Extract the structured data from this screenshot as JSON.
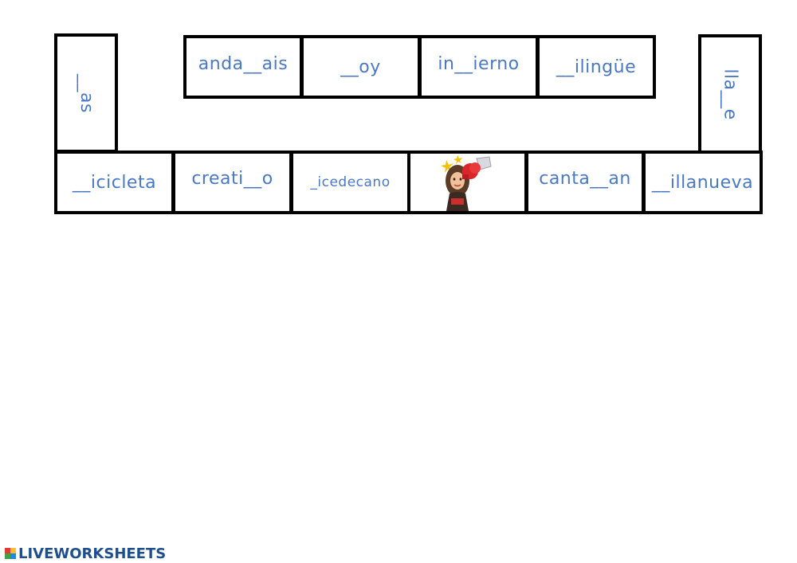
{
  "cells": {
    "as": "__as",
    "llae": "lla__e",
    "andaais": "anda__ais",
    "oy": "__oy",
    "inierno": "in__ierno",
    "ilingue": "__ilingüe",
    "icicleta": "__icicleta",
    "creatio": "creati__o",
    "icedecano": "_icedecano",
    "cantaan": "canta__an",
    "illanueva": "__illanueva"
  },
  "avatar": {
    "icon": "avatar-punch-icon"
  },
  "branding": {
    "name": "LIVEWORKSHEETS"
  },
  "colors": {
    "word": "#4a78c2",
    "border": "#000000",
    "brand": "#1e4f8c"
  }
}
